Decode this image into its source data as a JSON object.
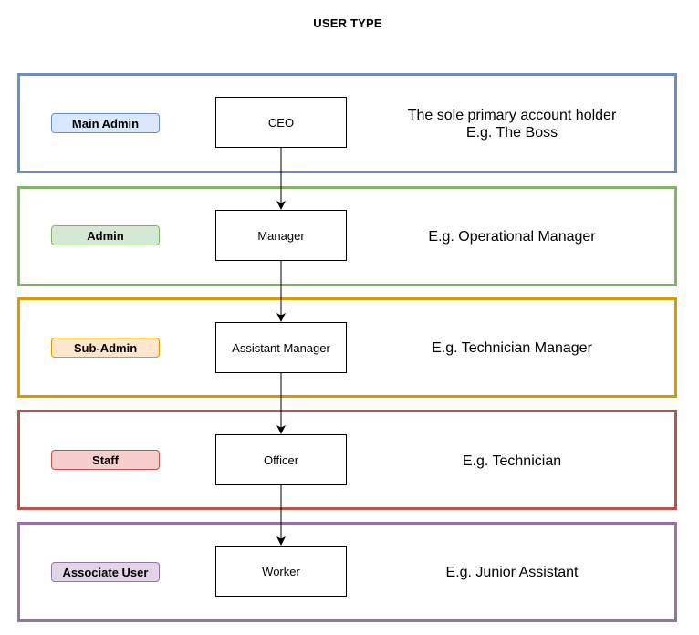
{
  "title": "USER TYPE",
  "tiers": [
    {
      "role": "Main Admin",
      "node": "CEO",
      "description": [
        "The sole primary account holder",
        "E.g. The Boss"
      ],
      "border_color": "#6c8ebf",
      "badge_fill": "#dae8fc",
      "badge_stroke": "#6c8ebf"
    },
    {
      "role": "Admin",
      "node": "Manager",
      "description": [
        "E.g. Operational Manager"
      ],
      "border_color": "#82b366",
      "badge_fill": "#d5e8d4",
      "badge_stroke": "#82b366"
    },
    {
      "role": "Sub-Admin",
      "node": "Assistant Manager",
      "description": [
        "E.g. Technician Manager"
      ],
      "border_color": "#d79b00",
      "badge_fill": "#ffe6cc",
      "badge_stroke": "#d79b00"
    },
    {
      "role": "Staff",
      "node": "Officer",
      "description": [
        "E.g. Technician"
      ],
      "border_color": "#b85450",
      "badge_fill": "#f8cecc",
      "badge_stroke": "#b85450"
    },
    {
      "role": "Associate User",
      "node": "Worker",
      "description": [
        "E.g. Junior Assistant"
      ],
      "border_color": "#9673a6",
      "badge_fill": "#e1d5e7",
      "badge_stroke": "#9673a6"
    }
  ],
  "connectors": [
    {
      "from": "CEO",
      "to": "Manager"
    },
    {
      "from": "Manager",
      "to": "Assistant Manager"
    },
    {
      "from": "Assistant Manager",
      "to": "Officer"
    },
    {
      "from": "Officer",
      "to": "Worker"
    }
  ]
}
